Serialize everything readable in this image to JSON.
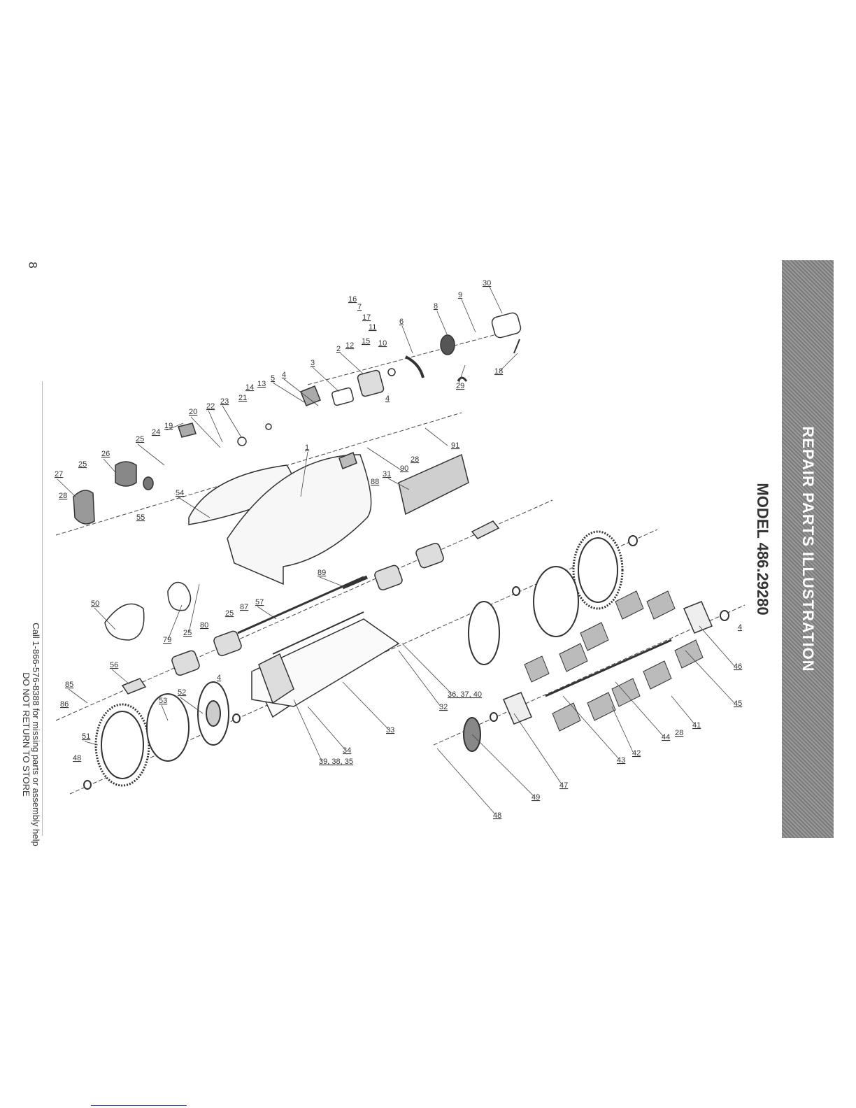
{
  "header": {
    "title": "REPAIR PARTS ILLUSTRATION",
    "model": "MODEL 486.29280",
    "page_number": "8"
  },
  "footer": {
    "help_line": "Call 1-866-576-8388 for missing parts or assembly help",
    "return_line": "DO NOT RETURN TO STORE"
  },
  "callouts": [
    "30",
    "9",
    "16",
    "7",
    "17",
    "11",
    "8",
    "6",
    "10",
    "12",
    "15",
    "2",
    "18",
    "3",
    "29",
    "4",
    "5",
    "13",
    "14",
    "21",
    "23",
    "22",
    "20",
    "19",
    "24",
    "25",
    "26",
    "27",
    "28",
    "55",
    "54",
    "1",
    "91",
    "90",
    "88",
    "31",
    "89",
    "50",
    "79",
    "87",
    "57",
    "80",
    "56",
    "85",
    "86",
    "53",
    "52",
    "51",
    "48",
    "34",
    "39, 38, 35",
    "33",
    "32",
    "36, 37, 40",
    "46",
    "45",
    "41",
    "44",
    "42",
    "43",
    "47",
    "49"
  ]
}
